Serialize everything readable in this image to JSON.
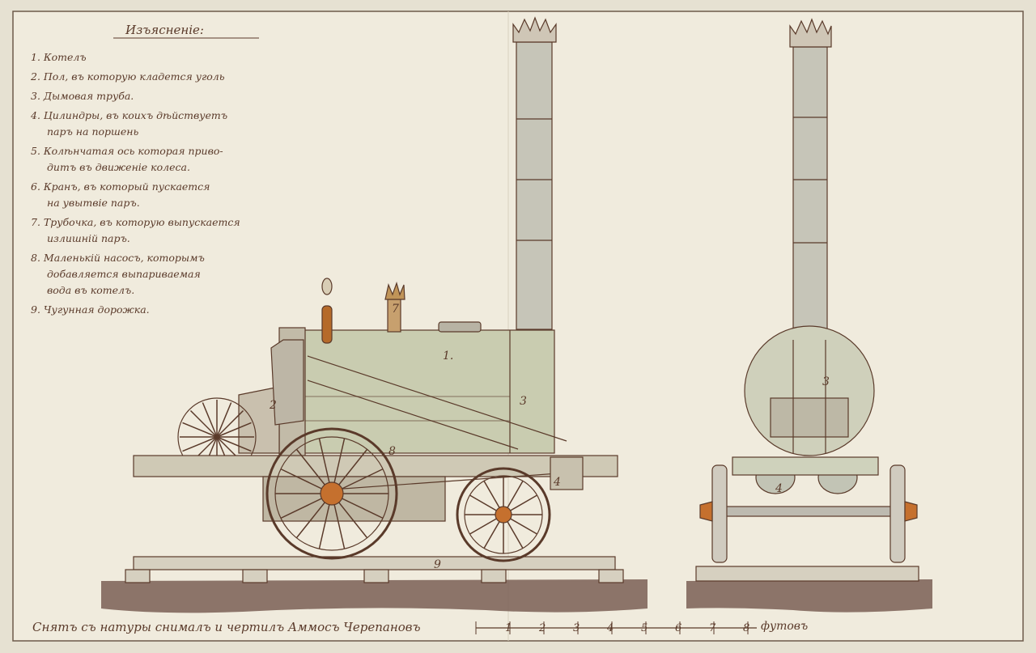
{
  "legend": {
    "title": "Изъясненіе:",
    "items": [
      {
        "lines": [
          "1. Котелъ"
        ]
      },
      {
        "lines": [
          "2. Пол, въ которую кладется уголь"
        ]
      },
      {
        "lines": [
          "3. Дымовая труба."
        ]
      },
      {
        "lines": [
          "4. Цилиндры, въ коихъ дѣйствуетъ",
          "паръ на поршень"
        ]
      },
      {
        "lines": [
          "5. Колѣнчатая ось которая приво-",
          "дитъ въ движеніе колеса."
        ]
      },
      {
        "lines": [
          "6. Кранъ, въ который пускается",
          "на увытвіе паръ."
        ]
      },
      {
        "lines": [
          "7. Трубочка, въ которую выпускается",
          "излишній паръ."
        ]
      },
      {
        "lines": [
          "8. Маленькій насосъ, которымъ",
          "добавляется выпариваемая",
          "вода въ котелъ."
        ]
      },
      {
        "lines": [
          "9. Чугунная дорожка."
        ]
      }
    ]
  },
  "labels": {
    "side": {
      "n1": "1.",
      "n2": "2",
      "n3": "3",
      "n4": "4",
      "n7": "7",
      "n8": "8",
      "n9": "9"
    },
    "front": {
      "n3": "3",
      "n4": "4"
    }
  },
  "signature": "Снятъ съ натуры снималъ и чертилъ Аммосъ Черепановъ",
  "scale": {
    "ticks": [
      "1",
      "2",
      "3",
      "4",
      "5",
      "6",
      "7",
      "8"
    ],
    "unit": "футовъ"
  },
  "colors": {
    "paper": "#efeadc",
    "ink": "#5a3a2a",
    "boiler": "#c9ccb0",
    "wood": "#cfc2a9",
    "ground": "#7a5f55",
    "metal": "#bdbab0"
  }
}
